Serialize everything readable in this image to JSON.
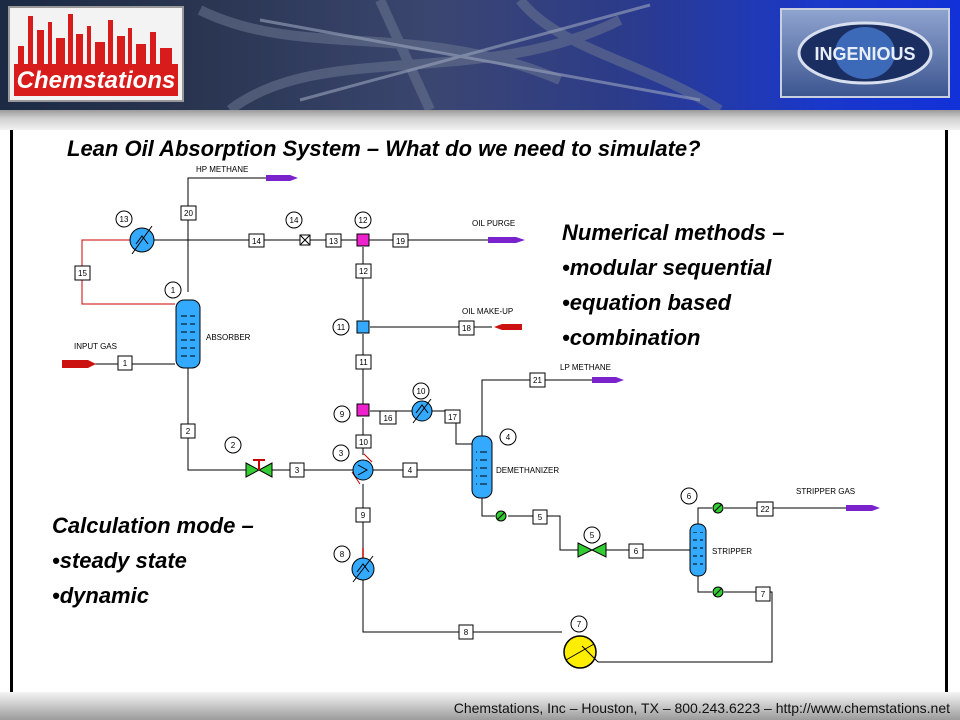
{
  "header": {
    "left_logo_text": "Chemstations",
    "right_logo_text": "INGENIOUS"
  },
  "slide": {
    "title": "Lean Oil Absorption System – What do we need to simulate?",
    "methods": {
      "heading": "Numerical methods –",
      "items": [
        "•modular sequential",
        "•equation based",
        "•combination"
      ]
    },
    "modes": {
      "heading": "Calculation mode –",
      "items": [
        "•steady state",
        "•dynamic"
      ]
    }
  },
  "diagram": {
    "stream_labels": {
      "hp_methane": "HP METHANE",
      "oil_purge": "OIL PURGE",
      "oil_makeup": "OIL MAKE-UP",
      "input_gas": "INPUT GAS",
      "lp_methane": "LP METHANE",
      "stripper_gas": "STRIPPER GAS"
    },
    "units": {
      "absorber": "ABSORBER",
      "demethanizer": "DEMETHANIZER",
      "stripper": "STRIPPER"
    },
    "stream_numbers": {
      "s1": "1",
      "s2": "2",
      "s3": "3",
      "s4": "4",
      "s5": "5",
      "s6": "6",
      "s7": "7",
      "s8": "8",
      "s9": "9",
      "s10": "10",
      "s11": "11",
      "s12": "12",
      "s13": "13",
      "s14": "14",
      "s15": "15",
      "s16": "16",
      "s17": "17",
      "s18": "18",
      "s19": "19",
      "s20": "20",
      "s21": "21",
      "s22": "22"
    },
    "equipment_numbers": {
      "e1": "1",
      "e2": "2",
      "e3": "3",
      "e4": "4",
      "e5": "5",
      "e6": "6",
      "e7": "7",
      "e8": "8",
      "e9": "9",
      "e10": "10",
      "e11": "11",
      "e12": "12",
      "e13": "13",
      "e14": "14"
    }
  },
  "footer": {
    "text": "Chemstations, Inc – Houston, TX – 800.243.6223 – http://www.chemstations.net"
  },
  "colors": {
    "feed_arrow": "#cc1111",
    "product_arrow": "#7a22cc",
    "mixer": "#ee22cc",
    "vessel": "#33aaff",
    "pump": "#ffee00",
    "valve": "#33cc33",
    "recycle_line": "#cc0000"
  }
}
